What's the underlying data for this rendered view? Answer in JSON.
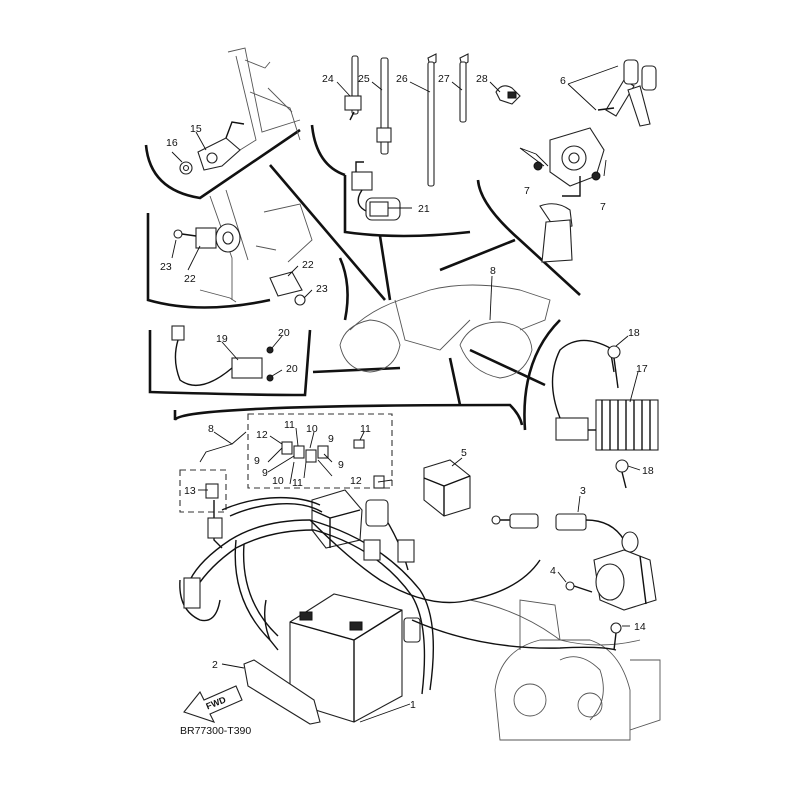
{
  "diagram": {
    "code": "BR77300-T390",
    "fwd_label": "FWD",
    "callouts": [
      {
        "id": "c1",
        "text": "1"
      },
      {
        "id": "c2",
        "text": "2"
      },
      {
        "id": "c3",
        "text": "3"
      },
      {
        "id": "c4",
        "text": "4"
      },
      {
        "id": "c5",
        "text": "5"
      },
      {
        "id": "c6",
        "text": "6"
      },
      {
        "id": "c7a",
        "text": "7"
      },
      {
        "id": "c7b",
        "text": "7"
      },
      {
        "id": "c8a",
        "text": "8"
      },
      {
        "id": "c8b",
        "text": "8"
      },
      {
        "id": "c9a",
        "text": "9"
      },
      {
        "id": "c9b",
        "text": "9"
      },
      {
        "id": "c9c",
        "text": "9"
      },
      {
        "id": "c9d",
        "text": "9"
      },
      {
        "id": "c10a",
        "text": "10"
      },
      {
        "id": "c10b",
        "text": "10"
      },
      {
        "id": "c11a",
        "text": "11"
      },
      {
        "id": "c11b",
        "text": "11"
      },
      {
        "id": "c11c",
        "text": "11"
      },
      {
        "id": "c12a",
        "text": "12"
      },
      {
        "id": "c12b",
        "text": "12"
      },
      {
        "id": "c13",
        "text": "13"
      },
      {
        "id": "c14",
        "text": "14"
      },
      {
        "id": "c15",
        "text": "15"
      },
      {
        "id": "c16",
        "text": "16"
      },
      {
        "id": "c17",
        "text": "17"
      },
      {
        "id": "c18a",
        "text": "18"
      },
      {
        "id": "c18b",
        "text": "18"
      },
      {
        "id": "c19",
        "text": "19"
      },
      {
        "id": "c20a",
        "text": "20"
      },
      {
        "id": "c20b",
        "text": "20"
      },
      {
        "id": "c21",
        "text": "21"
      },
      {
        "id": "c22a",
        "text": "22"
      },
      {
        "id": "c22b",
        "text": "22"
      },
      {
        "id": "c23a",
        "text": "23"
      },
      {
        "id": "c23b",
        "text": "23"
      },
      {
        "id": "c24",
        "text": "24"
      },
      {
        "id": "c25",
        "text": "25"
      },
      {
        "id": "c26",
        "text": "26"
      },
      {
        "id": "c27",
        "text": "27"
      },
      {
        "id": "c28",
        "text": "28"
      }
    ]
  }
}
